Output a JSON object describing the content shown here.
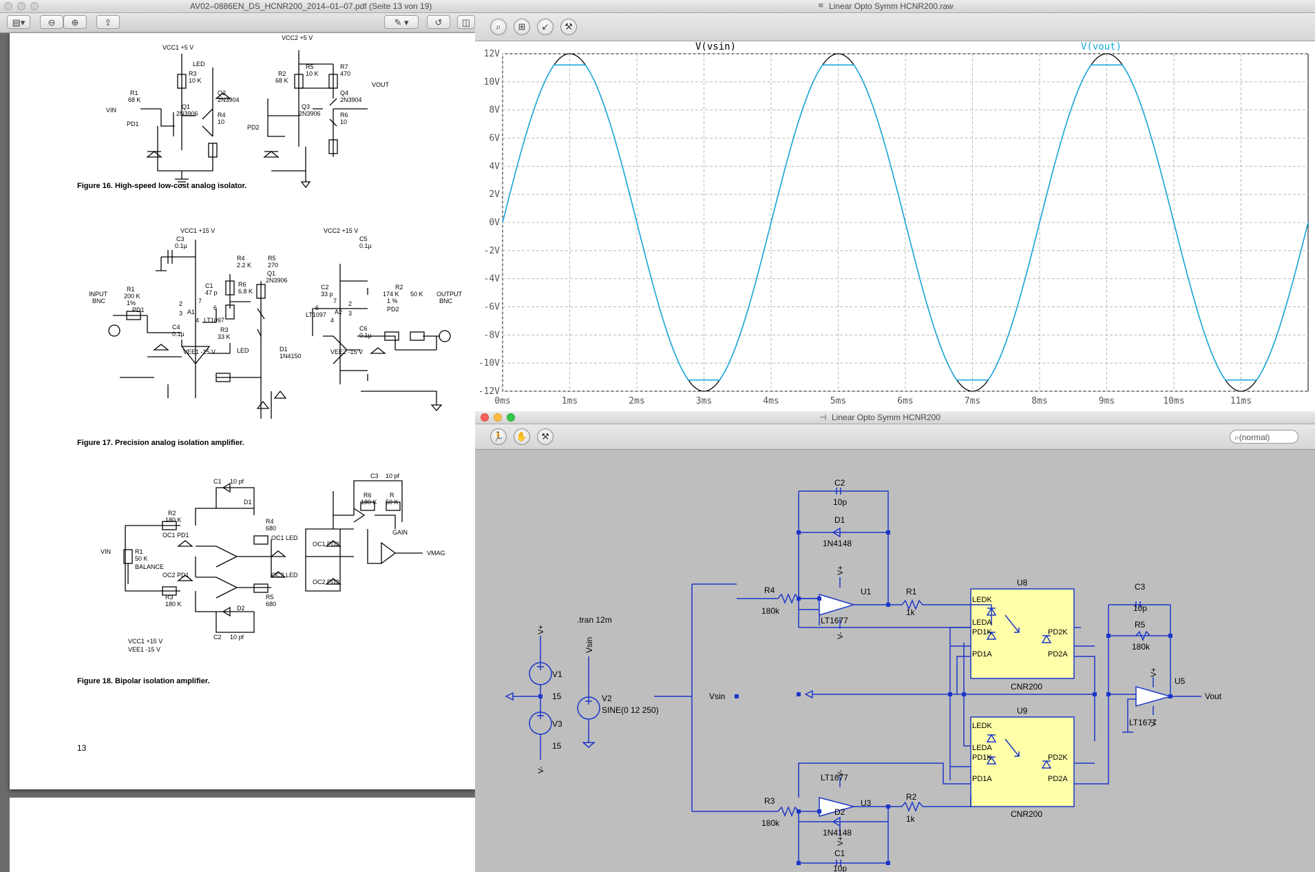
{
  "pdf_window": {
    "title": "AV02–0886EN_DS_HCNR200_2014–01–07.pdf (Seite 13 von 19)",
    "page_number": "13",
    "figures": [
      {
        "caption": "Figure 16. High-speed low-cost analog isolator."
      },
      {
        "caption": "Figure 17. Precision analog isolation amplifier."
      },
      {
        "caption": "Figure 18. Bipolar isolation amplifier."
      }
    ],
    "fig16": {
      "vcc1": "VCC1 +5 V",
      "vcc2": "VCC2 +5 V",
      "vin": "VIN",
      "vout": "VOUT",
      "r1": "R1",
      "r1v": "68 K",
      "r3": "R3",
      "r3v": "10 K",
      "r4": "R4",
      "r4v": "10",
      "q1": "Q1",
      "q1v": "2N3906",
      "q2": "Q2",
      "q2v": "2N3904",
      "led": "LED",
      "pd1": "PD1",
      "r2": "R2",
      "r2v": "68 K",
      "r5": "R5",
      "r5v": "10 K",
      "r7": "R7",
      "r7v": "470",
      "q3": "Q3",
      "q3v": "2N3906",
      "q4": "Q4",
      "q4v": "2N3904",
      "r6": "R6",
      "r6v": "10",
      "pd2": "PD2"
    },
    "fig17": {
      "vcc1": "VCC1 +15 V",
      "vee1": "VEE1 -15 V",
      "vcc2": "VCC2 +15 V",
      "vee2": "VEE2 -15 V",
      "input": "INPUT",
      "bnc": "BNC",
      "output": "OUTPUT",
      "bnc2": "BNC",
      "c3": "C3",
      "c3v": "0.1µ",
      "r4": "R4",
      "r4v": "2.2 K",
      "r5": "R5",
      "r5v": "270",
      "q1": "Q1",
      "q1v": "2N3906",
      "r6": "R6",
      "r6v": "6.8 K",
      "c1": "C1",
      "c1v": "47 p",
      "r1": "R1",
      "r1v": "200 K",
      "r1t": "1%",
      "pd1": "PD1",
      "a1": "A1",
      "lt1": "LT1097",
      "c4": "C4",
      "c4v": "0.1µ",
      "r3": "R3",
      "r3v": "33 K",
      "led": "LED",
      "d1": "D1",
      "d1v": "1N4150",
      "c5": "C5",
      "c5v": "0.1µ",
      "c2": "C2",
      "c2v": "33 p",
      "a2": "A2",
      "lt2": "LT1097",
      "r2": "R2",
      "r2v1": "174 K",
      "r2t": "1 %",
      "r2v2": "50 K",
      "pd2": "PD2",
      "c6": "C6",
      "c6v": "0.1µ",
      "pins": [
        "2",
        "3",
        "4",
        "6",
        "7",
        "2",
        "3",
        "4",
        "6",
        "7"
      ]
    },
    "fig18": {
      "c1": "C1",
      "c1v": "10 pf",
      "d1": "D1",
      "r2": "R2",
      "r2v": "180 K",
      "r4": "R4",
      "r4v": "680",
      "oc1pd1": "OC1 PD1",
      "oc1led": "OC1 LED",
      "vin": "VIN",
      "r1": "R1",
      "r1v": "50 K",
      "balance": "BALANCE",
      "oc2pd1": "OC2 PD1",
      "oc2led": "OC2 LED",
      "r3": "R3",
      "r3v": "180 K",
      "r5": "R5",
      "r5v": "680",
      "d2": "D2",
      "c2": "C2",
      "c2v": "10 pf",
      "c3": "C3",
      "c3v": "10 pf",
      "r6": "R6",
      "r6v": "180 K",
      "r7": "R",
      "r7v": "50 K",
      "gain": "GAIN",
      "oc1pd2": "OC1 PD2",
      "oc2pd2": "OC2 PD2",
      "vmag": "VMAG",
      "vcc": "VCC1 +15 V",
      "vee": "VEE1 -15 V"
    }
  },
  "plot_window": {
    "title": "Linear Opto Symm HCNR200.raw",
    "trace_labels": [
      "V(vsin)",
      "V(vout)"
    ],
    "colors": {
      "vsin": "#000000",
      "vout": "#1aaadd",
      "grid": "#b8b8b8"
    },
    "chart_data": {
      "type": "line",
      "xlabel": "",
      "ylabel": "",
      "x_ticks": [
        "0ms",
        "1ms",
        "2ms",
        "3ms",
        "4ms",
        "5ms",
        "6ms",
        "7ms",
        "8ms",
        "9ms",
        "10ms",
        "11ms"
      ],
      "y_ticks": [
        "12V",
        "10V",
        "8V",
        "6V",
        "4V",
        "2V",
        "0V",
        "-2V",
        "-4V",
        "-6V",
        "-8V",
        "-10V",
        "-12V"
      ],
      "xlim": [
        0,
        12
      ],
      "ylim": [
        -12,
        12
      ],
      "grid": true,
      "series": [
        {
          "name": "V(vsin)",
          "type": "sine",
          "amplitude": 12,
          "frequency_hz": 250,
          "offset": 0
        },
        {
          "name": "V(vout)",
          "type": "sine-clipped",
          "amplitude": 12,
          "frequency_hz": 250,
          "offset": 0,
          "clip": 11.2
        }
      ]
    }
  },
  "schematic_window": {
    "title": "Linear Opto Symm HCNR200",
    "search_placeholder": "(normal)",
    "directive": ".tran 12m",
    "labels": {
      "c2": "C2",
      "c2v": "10p",
      "d1": "D1",
      "d1v": "1N4148",
      "r4": "R4",
      "r4v": "180k",
      "u1": "U1",
      "lt_u1": "LT1677",
      "r1": "R1",
      "r1v": "1k",
      "u8": "U8",
      "cnr_u8": "CNR200",
      "c3": "C3",
      "c3v": "10p",
      "r5": "R5",
      "r5v": "180k",
      "u5": "U5",
      "lt_u5": "LT1677",
      "vout": "Vout",
      "vsin": "Vsin",
      "vsin_top": "Vsin",
      "v1": "V1",
      "v1v": "15",
      "v3": "V3",
      "v3v": "15",
      "v2": "V2",
      "v2v": "SINE(0 12 250)",
      "u9": "U9",
      "cnr_u9": "CNR200",
      "lt_u3": "LT1677",
      "u3": "U3",
      "r2": "R2",
      "r2v": "1k",
      "r3": "R3",
      "r3v": "180k",
      "d2": "D2",
      "d2v": "1N4148",
      "c1": "C1",
      "c1v": "10p",
      "ledk": "LEDK",
      "leda": "LEDA",
      "pd1k": "PD1K",
      "pd1a": "PD1A",
      "pd2k": "PD2K",
      "pd2a": "PD2A",
      "vplus": "V+",
      "vminus": "V-"
    }
  }
}
